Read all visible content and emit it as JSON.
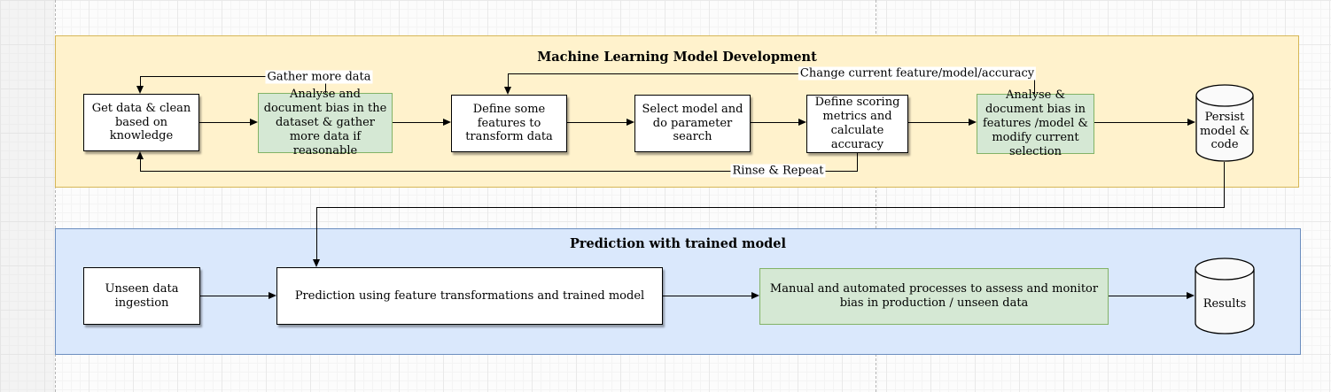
{
  "diagram": {
    "groups": {
      "ml": {
        "title": "Machine Learning Model Development"
      },
      "prediction": {
        "title": "Prediction with trained model"
      }
    },
    "nodes": {
      "get_data": {
        "label": "Get data & clean based on knowledge"
      },
      "analyse_dataset": {
        "label": "Analyse and document bias in the dataset & gather more data if reasonable"
      },
      "define_features": {
        "label": "Define some features to transform data"
      },
      "select_model": {
        "label": "Select model and do parameter search"
      },
      "scoring": {
        "label": "Define scoring metrics and calculate accuracy"
      },
      "analyse_features": {
        "label": "Analyse & document bias in features /model & modify current selection"
      },
      "persist": {
        "label": "Persist model & code"
      },
      "unseen": {
        "label": "Unseen data ingestion"
      },
      "predict": {
        "label": "Prediction using feature transformations and trained model"
      },
      "monitor": {
        "label": "Manual and automated processes to assess and monitor bias in production / unseen data"
      },
      "results": {
        "label": "Results"
      }
    },
    "edge_labels": {
      "gather": "Gather more data",
      "change": "Change current feature/model/accuracy",
      "rinse": "Rinse & Repeat"
    },
    "colors": {
      "lane_ml_fill": "#fff2cc",
      "lane_ml_stroke": "#d6b656",
      "lane_prediction_fill": "#dae8fc",
      "lane_prediction_stroke": "#6c8ebf",
      "bias_node_fill": "#d5e8d4",
      "bias_node_stroke": "#82b366",
      "process_node_fill": "#ffffff",
      "process_node_stroke": "#000000",
      "edge_stroke": "#000000",
      "canvas_bg": "#fcfcfc"
    }
  }
}
